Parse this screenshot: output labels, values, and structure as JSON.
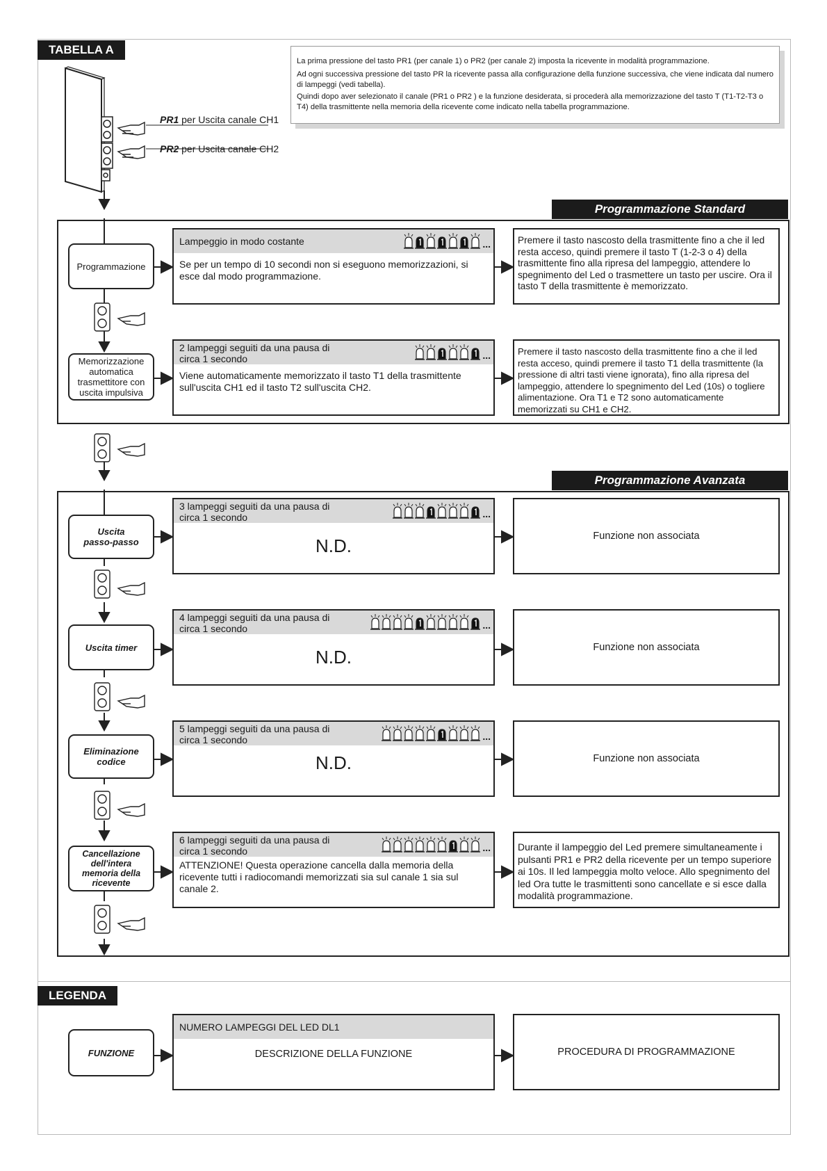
{
  "header": {
    "tabella_tag": "TABELLA A",
    "pr1_label": "PR1",
    "pr1_text": " per Uscita canale CH1",
    "pr2_label": "PR2",
    "pr2_text": " per Uscita canale CH2"
  },
  "info": {
    "p1": "La prima pressione del tasto PR1 (per canale 1) o PR2 (per canale 2) imposta la ricevente in modalità programmazione.",
    "p2": "Ad ogni successiva pressione del tasto PR la ricevente passa alla configurazione della funzione successiva, che viene indicata dal numero di lampeggi (vedi tabella).",
    "p3": "Quindi dopo aver selezionato il canale (PR1 o PR2 ) e la funzione desiderata, si procederà alla memorizzazione del tasto T (T1-T2-T3 o T4) della trasmittente nella memoria della ricevente come indicato nella tabella programmazione."
  },
  "standard": {
    "title": "Programmazione  Standard",
    "rows": [
      {
        "function": "Programmazione",
        "flash": "Lampeggio in modo costante",
        "leds": [
          "off",
          "on",
          "off",
          "on",
          "off",
          "on",
          "off"
        ],
        "description": "Se per un tempo  di 10 secondi non si eseguono memorizzazioni, si esce dal modo programmazione.",
        "procedure": "Premere il tasto nascosto della trasmittente fino a che il led resta acceso, quindi premere il tasto T (1-2-3 o 4) della trasmittente fino alla ripresa del lampeggio, attendere lo spegnimento del Led o trasmettere un tasto per uscire. Ora il tasto T della trasmittente è memorizzato."
      },
      {
        "function": "Memorizzazione automatica trasmettitore con uscita impulsiva",
        "flash": "2 lampeggi seguiti da una pausa di circa 1 secondo",
        "leds": [
          "off",
          "off",
          "on",
          "off",
          "off",
          "on"
        ],
        "description": "Viene automaticamente memorizzato il tasto T1 della trasmittente sull'uscita CH1 ed il tasto T2 sull'uscita CH2.",
        "procedure": "Premere il tasto nascosto della trasmittente fino a che il led resta acceso, quindi premere il tasto T1 della trasmittente (la pressione di altri tasti viene ignorata), fino alla ripresa del lampeggio, attendere lo spegnimento del Led (10s) o togliere alimentazione. Ora T1 e T2 sono automaticamente memorizzati su CH1 e CH2."
      }
    ]
  },
  "advanced": {
    "title": "Programmazione Avanzata",
    "rows": [
      {
        "function": "Uscita passo-passo",
        "flash": "3 lampeggi seguiti da una pausa di circa 1 secondo",
        "leds": [
          "off",
          "off",
          "off",
          "on",
          "off",
          "off",
          "off",
          "on"
        ],
        "description": "N.D.",
        "procedure": "Funzione non associata"
      },
      {
        "function": "Uscita timer",
        "flash": "4 lampeggi seguiti da una pausa di circa 1 secondo",
        "leds": [
          "off",
          "off",
          "off",
          "off",
          "on",
          "off",
          "off",
          "off",
          "off",
          "on"
        ],
        "description": "N.D.",
        "procedure": "Funzione non associata"
      },
      {
        "function": "Eliminazione codice",
        "flash": "5 lampeggi seguiti da una pausa di circa 1 secondo",
        "leds": [
          "off",
          "off",
          "off",
          "off",
          "off",
          "on",
          "off",
          "off",
          "off"
        ],
        "description": "N.D.",
        "procedure": "Funzione non associata"
      },
      {
        "function": "Cancellazione dell'intera memoria della ricevente",
        "flash": "6 lampeggi seguiti da una pausa di circa 1 secondo",
        "leds": [
          "off",
          "off",
          "off",
          "off",
          "off",
          "off",
          "on",
          "off",
          "off"
        ],
        "description": "ATTENZIONE! Questa operazione cancella dalla memoria della ricevente tutti i radiocomandi memorizzati sia sul canale 1 sia sul canale 2.",
        "procedure": "Durante il lampeggio del Led premere simultaneamente i pulsanti PR1 e PR2 della ricevente per un tempo superiore ai 10s. Il led lampeggia molto veloce. Allo spegnimento del led Ora tutte le trasmittenti sono cancellate e si esce dalla modalità programmazione."
      }
    ]
  },
  "legend": {
    "tag": "LEGENDA",
    "function": "FUNZIONE",
    "flash": "NUMERO LAMPEGGI DEL LED DL1",
    "description": "DESCRIZIONE DELLA FUNZIONE",
    "procedure": "PROCEDURA DI PROGRAMMAZIONE"
  }
}
